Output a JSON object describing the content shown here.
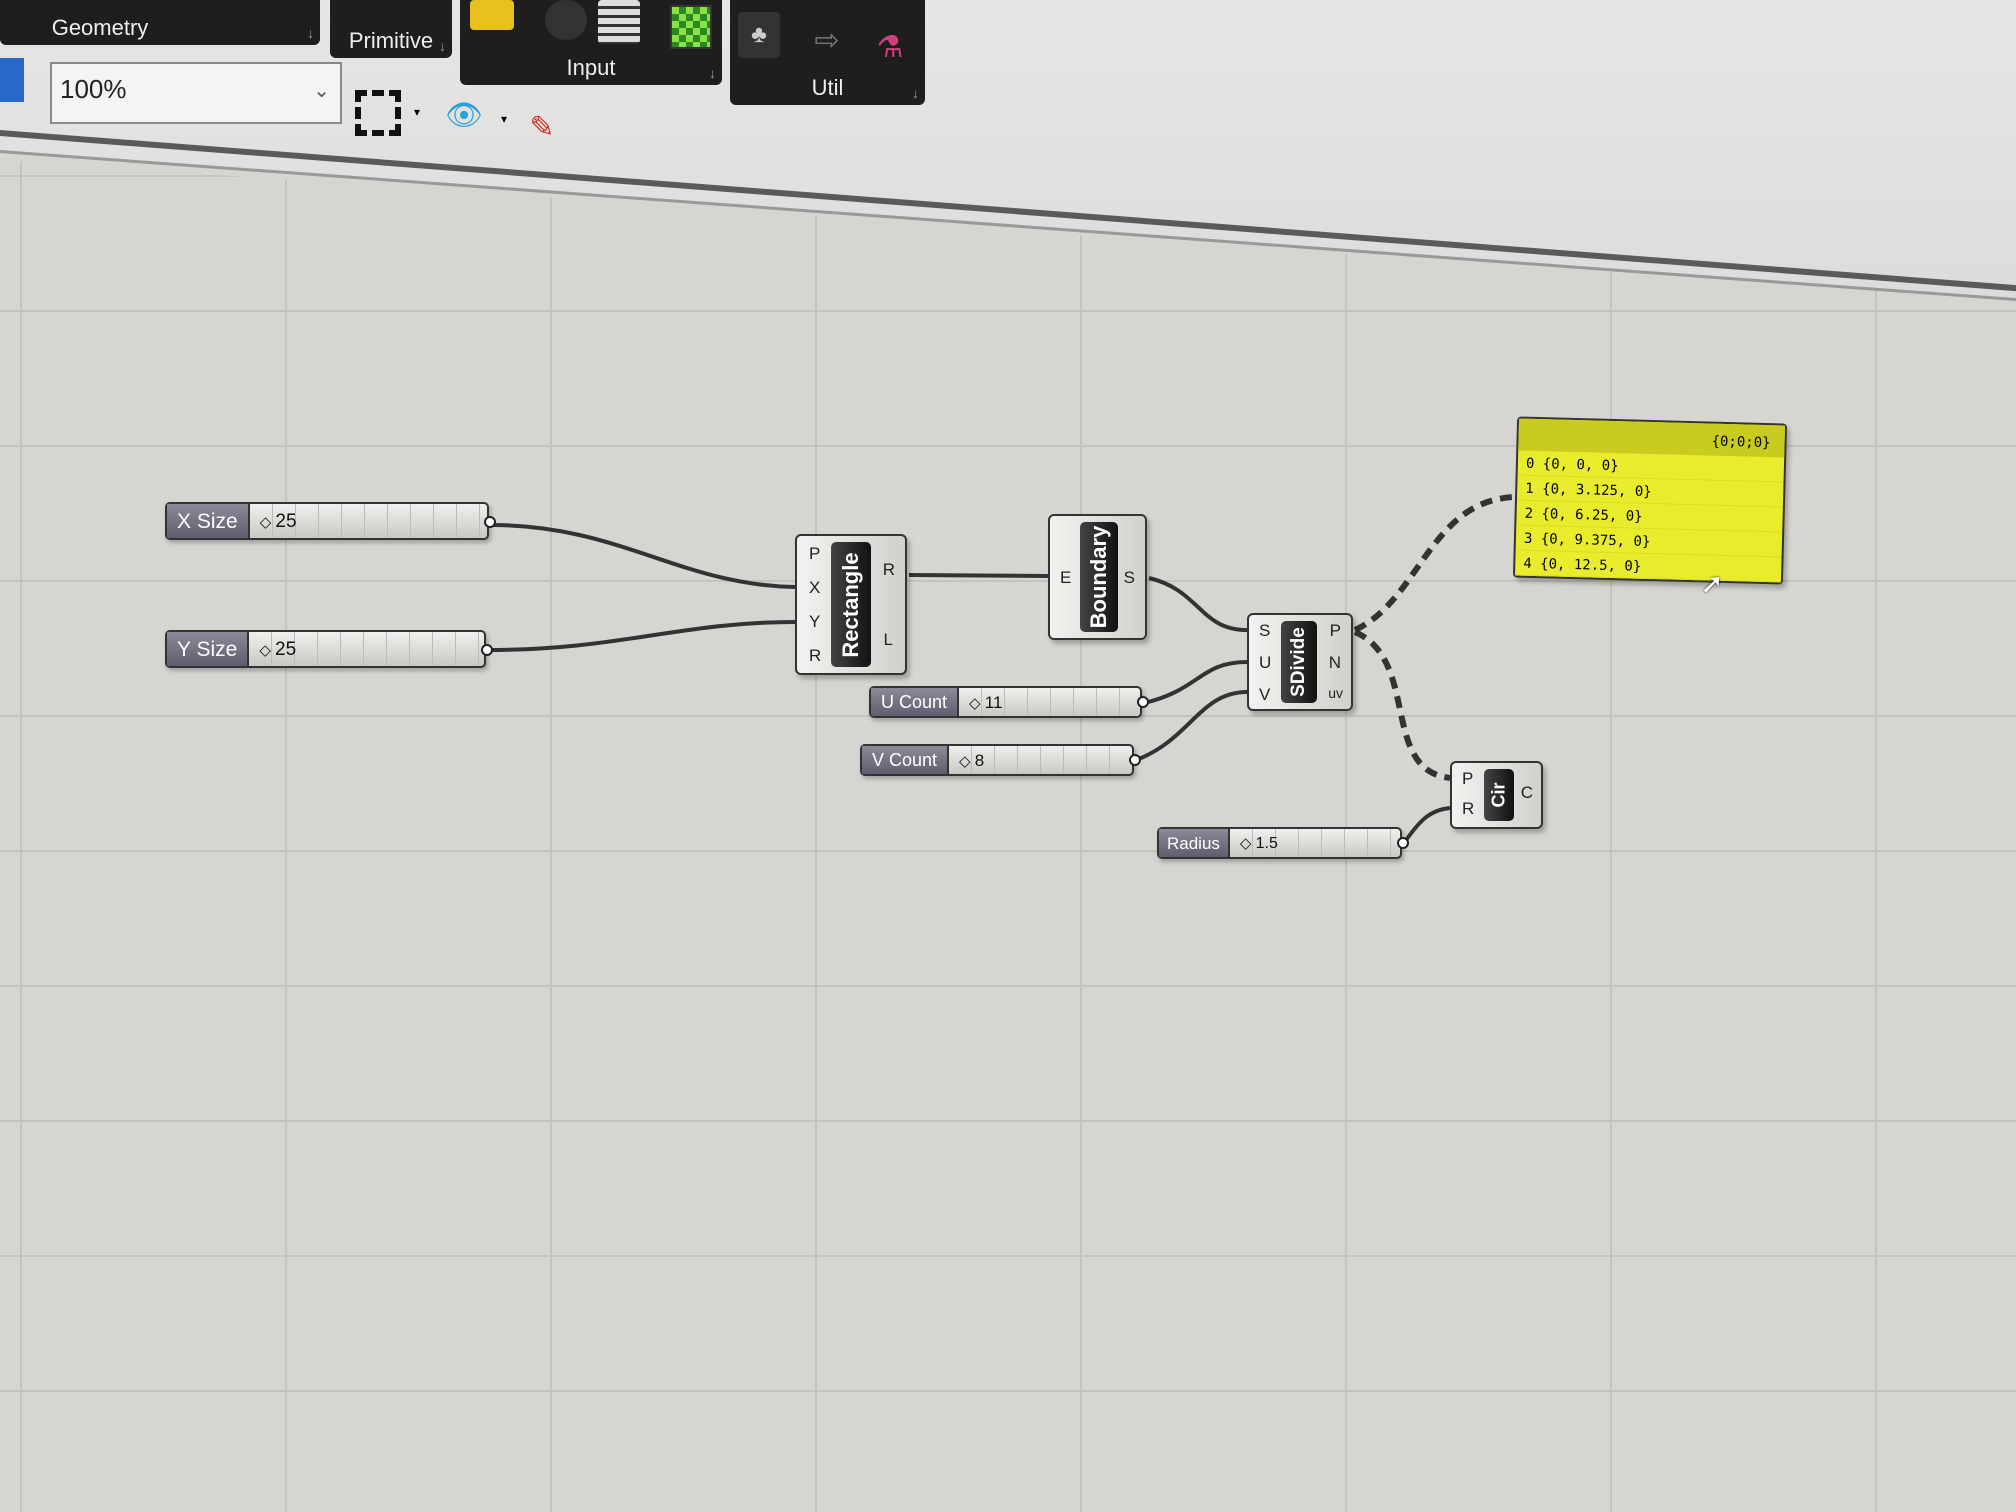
{
  "ribbon": {
    "tabs": [
      {
        "label": "Geometry"
      },
      {
        "label": "Primitive"
      },
      {
        "label": "Input"
      },
      {
        "label": "Util"
      }
    ]
  },
  "toolbar": {
    "zoom_value": "100%",
    "icons": [
      "save-icon",
      "zoom-extents-icon",
      "preview-eye-icon",
      "sketch-pen-icon"
    ]
  },
  "sliders": [
    {
      "id": "x-size",
      "name": "X Size",
      "value": "25"
    },
    {
      "id": "y-size",
      "name": "Y Size",
      "value": "25"
    },
    {
      "id": "u-count",
      "name": "U Count",
      "value": "11"
    },
    {
      "id": "v-count",
      "name": "V Count",
      "value": "8"
    },
    {
      "id": "radius",
      "name": "Radius",
      "value": "1.5"
    }
  ],
  "components": {
    "rectangle": {
      "label": "Rectangle",
      "inputs": [
        "P",
        "X",
        "Y",
        "R"
      ],
      "outputs": [
        "R",
        "L"
      ]
    },
    "boundary": {
      "label": "Boundary",
      "inputs": [
        "E"
      ],
      "outputs": [
        "S"
      ]
    },
    "sdivide": {
      "label": "SDivide",
      "inputs": [
        "S",
        "U",
        "V"
      ],
      "outputs": [
        "P",
        "N",
        "uv"
      ]
    },
    "circle": {
      "label": "Cir",
      "inputs": [
        "P",
        "R"
      ],
      "outputs": [
        "C"
      ]
    }
  },
  "panel": {
    "path": "{0;0;0}",
    "rows": [
      "0 {0, 0, 0}",
      "1 {0, 3.125, 0}",
      "2 {0, 6.25, 0}",
      "3 {0, 9.375, 0}",
      "4 {0, 12.5, 0}"
    ]
  },
  "colors": {
    "panel": "#e8ec2c",
    "canvas": "#d6d5d1",
    "slider_name": "#6e6e7e"
  }
}
